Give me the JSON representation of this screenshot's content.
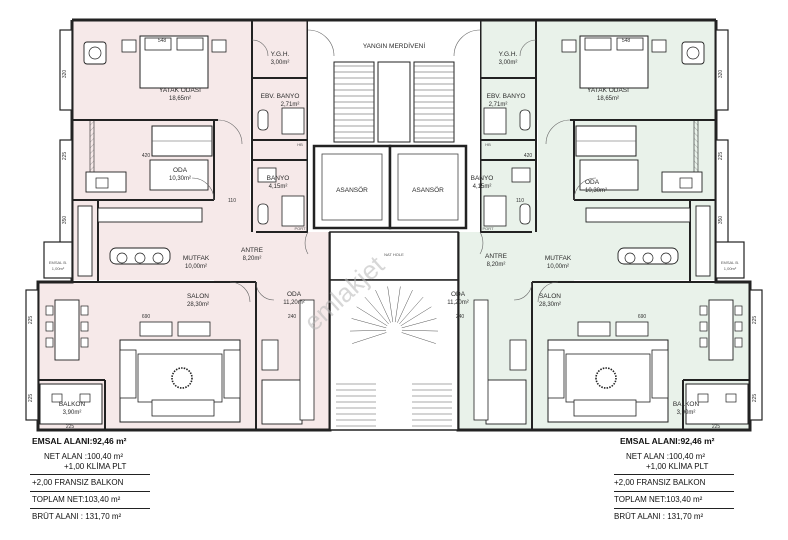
{
  "plan": {
    "core": {
      "stair_title": "YANGIN MERDİVENİ",
      "elevator_left": "ASANSÖR",
      "elevator_right": "ASANSÖR",
      "watermark": "emlakjet",
      "shaft_tag": "HB",
      "port_tag": "PORT",
      "note": "NAT HOLE"
    },
    "left_unit": {
      "yatak_odasi": {
        "name": "YATAK ODASI",
        "area": "18,65m²",
        "dim": "548"
      },
      "ygh": {
        "name": "Y.G.H.",
        "area": "3,00m²"
      },
      "ebv_banyo": {
        "name": "EBV. BANYO",
        "area": "2,71m²"
      },
      "banyo": {
        "name": "BANYO",
        "area": "4,15m²"
      },
      "oda_small": {
        "name": "ODA",
        "area": "10,30m²",
        "dim": "420"
      },
      "antre": {
        "name": "ANTRE",
        "area": "8,20m²",
        "dim": "110"
      },
      "mutfak": {
        "name": "MUTFAK",
        "area": "10,00m²"
      },
      "salon": {
        "name": "SALON",
        "area": "28,30m²",
        "dim": "690"
      },
      "oda_large": {
        "name": "ODA",
        "area": "11,20m²",
        "dim": "240"
      },
      "balkon": {
        "name": "BALKON",
        "area": "3,90m²",
        "dim": "225"
      },
      "emsal_b": {
        "name": "EMSAL B.",
        "area": "1,00m²"
      },
      "side_dims": [
        "320",
        "225",
        "350",
        "225",
        "225"
      ]
    },
    "right_unit": {
      "yatak_odasi": {
        "name": "YATAK ODASI",
        "area": "18,65m²",
        "dim": "548"
      },
      "ygh": {
        "name": "Y.G.H.",
        "area": "3,00m²"
      },
      "ebv_banyo": {
        "name": "EBV. BANYO",
        "area": "2,71m²"
      },
      "banyo": {
        "name": "BANYO",
        "area": "4,15m²"
      },
      "oda_small": {
        "name": "ODA",
        "area": "10,30m²",
        "dim": "420"
      },
      "antre": {
        "name": "ANTRE",
        "area": "8,20m²",
        "dim": "110"
      },
      "mutfak": {
        "name": "MUTFAK",
        "area": "10,00m²"
      },
      "salon": {
        "name": "SALON",
        "area": "28,30m²",
        "dim": "690"
      },
      "oda_large": {
        "name": "ODA",
        "area": "11,20m²",
        "dim": "240"
      },
      "balkon": {
        "name": "BALKON",
        "area": "3,90m²",
        "dim": "225"
      },
      "emsal_b": {
        "name": "EMSAL B.",
        "area": "1,00m²"
      },
      "side_dims": [
        "320",
        "225",
        "350",
        "225",
        "225"
      ]
    },
    "colors": {
      "left_fill": "#f6e9e9",
      "right_fill": "#e9f2ea",
      "wall": "#222222",
      "core_fill": "#ffffff"
    }
  },
  "summary_left": {
    "emsal": "EMSAL ALANI:92,46 m²",
    "net": "NET ALAN :100,40 m²",
    "klima": "+1,00 KLİMA PLT",
    "balkon": "+2,00 FRANSIZ BALKON",
    "toplam": "TOPLAM NET:103,40 m²",
    "brut": "BRÜT ALANI : 131,70 m²"
  },
  "summary_right": {
    "emsal": "EMSAL ALANI:92,46 m²",
    "net": "NET ALAN :100,40 m²",
    "klima": "+1,00 KLİMA PLT",
    "balkon": "+2,00 FRANSIZ BALKON",
    "toplam": "TOPLAM NET:103,40 m²",
    "brut": "BRÜT ALANI : 131,70 m²"
  }
}
